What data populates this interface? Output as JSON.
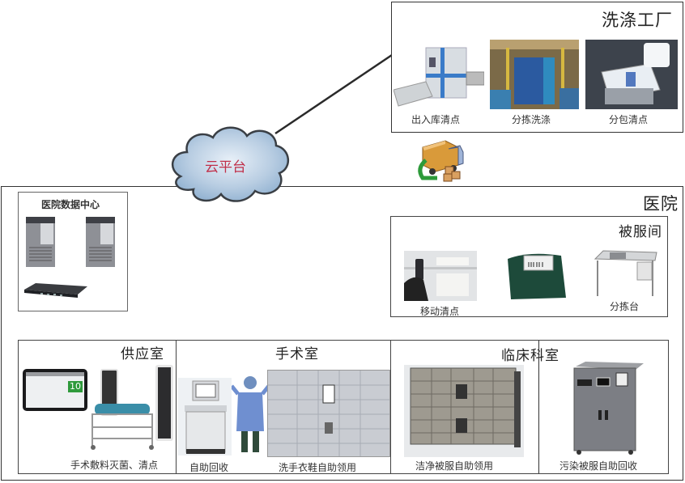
{
  "laundry_factory": {
    "title": "洗涤工厂",
    "items": [
      {
        "label": "出入库清点",
        "icon": "conveyor-machine-photo"
      },
      {
        "label": "分拣洗涤",
        "icon": "washing-line-photo"
      },
      {
        "label": "分包清点",
        "icon": "packing-machine-photo"
      }
    ]
  },
  "cloud": {
    "label": "云平台",
    "label_color": "#c0304a"
  },
  "logistics": {
    "icon": "delivery-truck-icon"
  },
  "hospital": {
    "title": "医院",
    "data_center": {
      "title": "医院数据中心",
      "icons": [
        "server-tower-icon",
        "server-tower-icon",
        "network-switch-icon"
      ]
    },
    "linen_room": {
      "title": "被服间",
      "items": [
        {
          "label": "移动清点",
          "icon": "handheld-scanner-photo"
        },
        {
          "label": "",
          "icon": "rfid-tag-photo"
        },
        {
          "label": "分拣台",
          "icon": "sorting-table-photo"
        }
      ]
    },
    "supply_room": {
      "title": "供应室",
      "label": "手术敷料灭菌、清点",
      "display_value": "10"
    },
    "operating_room": {
      "title": "手术室",
      "items": [
        {
          "label": "自助回收"
        },
        {
          "label": "洗手衣鞋自助领用"
        }
      ]
    },
    "clinical_dept": {
      "title": "临床科室",
      "items": [
        {
          "label": "洁净被服自助领用"
        },
        {
          "label": "污染被服自助回收"
        }
      ]
    }
  }
}
